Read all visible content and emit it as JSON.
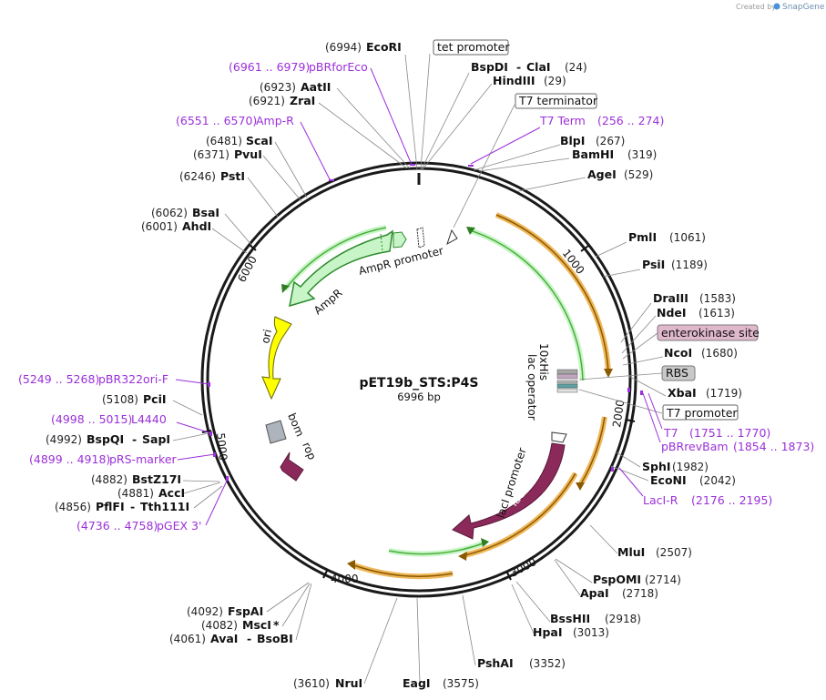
{
  "credit": {
    "created_by": "Created by",
    "brand": "SnapGene"
  },
  "plasmid": {
    "name": "pET19b_STS:P4S",
    "size": "6996 bp"
  },
  "ticks": [
    "1000",
    "2000",
    "3000",
    "4000",
    "5000",
    "6000"
  ],
  "features": {
    "ampr": "AmpR",
    "ampr_promoter": "AmpR promoter",
    "ori": "ori",
    "bom": "bom",
    "rop": "rop",
    "laci": "lacI",
    "laci_promoter": "lacI promoter",
    "his": "10xHis",
    "lac_operator": "lac operator"
  },
  "boxed": {
    "tet_promoter": "tet promoter",
    "t7_terminator": "T7 terminator",
    "enterokinase_site": "enterokinase site",
    "rbs": "RBS",
    "t7_promoter": "T7 promoter"
  },
  "sites": {
    "ecori": {
      "pos": "(6994)",
      "name": "EcoRI"
    },
    "bspdi": {
      "name": "BspDI",
      "dash": "-",
      "name2": "ClaI",
      "pos": "(24)"
    },
    "hindiii": {
      "name": "HindIII",
      "pos": "(29)"
    },
    "blpi": {
      "name": "BlpI",
      "pos": "(267)"
    },
    "bamhi": {
      "name": "BamHI",
      "pos": "(319)"
    },
    "agei": {
      "name": "AgeI",
      "pos": "(529)"
    },
    "pmli": {
      "name": "PmlI",
      "pos": "(1061)"
    },
    "psii": {
      "name": "PsiI",
      "pos": "(1189)"
    },
    "draiii": {
      "name": "DraIII",
      "pos": "(1583)"
    },
    "ndei": {
      "name": "NdeI",
      "pos": "(1613)"
    },
    "ncoi": {
      "name": "NcoI",
      "pos": "(1680)"
    },
    "xbai": {
      "name": "XbaI",
      "pos": "(1719)"
    },
    "sphi": {
      "name": "SphI",
      "pos": "(1982)"
    },
    "econi": {
      "name": "EcoNI",
      "pos": "(2042)"
    },
    "mlui": {
      "name": "MluI",
      "pos": "(2507)"
    },
    "pspomi": {
      "name": "PspOMI",
      "pos": "(2714)"
    },
    "apai": {
      "name": "ApaI",
      "pos": "(2718)"
    },
    "bsshii": {
      "name": "BssHII",
      "pos": "(2918)"
    },
    "hpai": {
      "name": "HpaI",
      "pos": "(3013)"
    },
    "pshai": {
      "name": "PshAI",
      "pos": "(3352)"
    },
    "eagi": {
      "name": "EagI",
      "pos": "(3575)"
    },
    "nrui": {
      "pos": "(3610)",
      "name": "NruI"
    },
    "fspai": {
      "pos": "(4092)",
      "name": "FspAI"
    },
    "msci": {
      "pos": "(4082)",
      "name": "MscI",
      "mark": "*"
    },
    "avai": {
      "pos": "(4061)",
      "name": "AvaI",
      "dash": "-",
      "name2": "BsoBI"
    },
    "pflfi": {
      "pos": "(4856)",
      "name": "PflFI",
      "dash": "-",
      "name2": "Tth111I"
    },
    "acci": {
      "pos": "(4881)",
      "name": "AccI"
    },
    "bstz17i": {
      "pos": "(4882)",
      "name": "BstZ17I"
    },
    "bspqi": {
      "pos": "(4992)",
      "name": "BspQI",
      "dash": "-",
      "name2": "SapI"
    },
    "pcii": {
      "pos": "(5108)",
      "name": "PciI"
    },
    "ahdi": {
      "pos": "(6001)",
      "name": "AhdI"
    },
    "bsai": {
      "pos": "(6062)",
      "name": "BsaI"
    },
    "psti": {
      "pos": "(6246)",
      "name": "PstI"
    },
    "pvui": {
      "pos": "(6371)",
      "name": "PvuI"
    },
    "scai": {
      "pos": "(6481)",
      "name": "ScaI"
    },
    "zrai": {
      "pos": "(6921)",
      "name": "ZraI"
    },
    "aatii": {
      "pos": "(6923)",
      "name": "AatII"
    }
  },
  "primers": {
    "pbrforeco": {
      "range": "(6961 .. 6979)",
      "name": "pBRforEco"
    },
    "ampr": {
      "range": "(6551 .. 6570)",
      "name": "Amp-R"
    },
    "t7term": {
      "name": "T7 Term",
      "range": "(256 .. 274)"
    },
    "t7": {
      "name": "T7",
      "range": "(1751 .. 1770)"
    },
    "pbrrevbam": {
      "name": "pBRrevBam",
      "range": "(1854 .. 1873)"
    },
    "lacir": {
      "name": "LacI-R",
      "range": "(2176 .. 2195)"
    },
    "pbr322orif": {
      "range": "(5249 .. 5268)",
      "name": "pBR322ori-F"
    },
    "l4440": {
      "range": "(4998 .. 5015)",
      "name": "L4440"
    },
    "prsmarker": {
      "range": "(4899 .. 4918)",
      "name": "pRS-marker"
    },
    "pgex3": {
      "range": "(4736 .. 4758)",
      "name": "pGEX 3'"
    }
  },
  "colors": {
    "backbone": "#1a1a1a",
    "primer": "#9b30d9",
    "ampr": "#c8f5c8",
    "ampr_edge": "#2e8b2e",
    "ori": "#ffff00",
    "laci": "#8b2a5a",
    "orf_orange": "#f0b75a",
    "orf_green": "#4caf3a",
    "rbs_box": "#c8c8c8",
    "enterokinase_box": "#e0b8cc"
  }
}
